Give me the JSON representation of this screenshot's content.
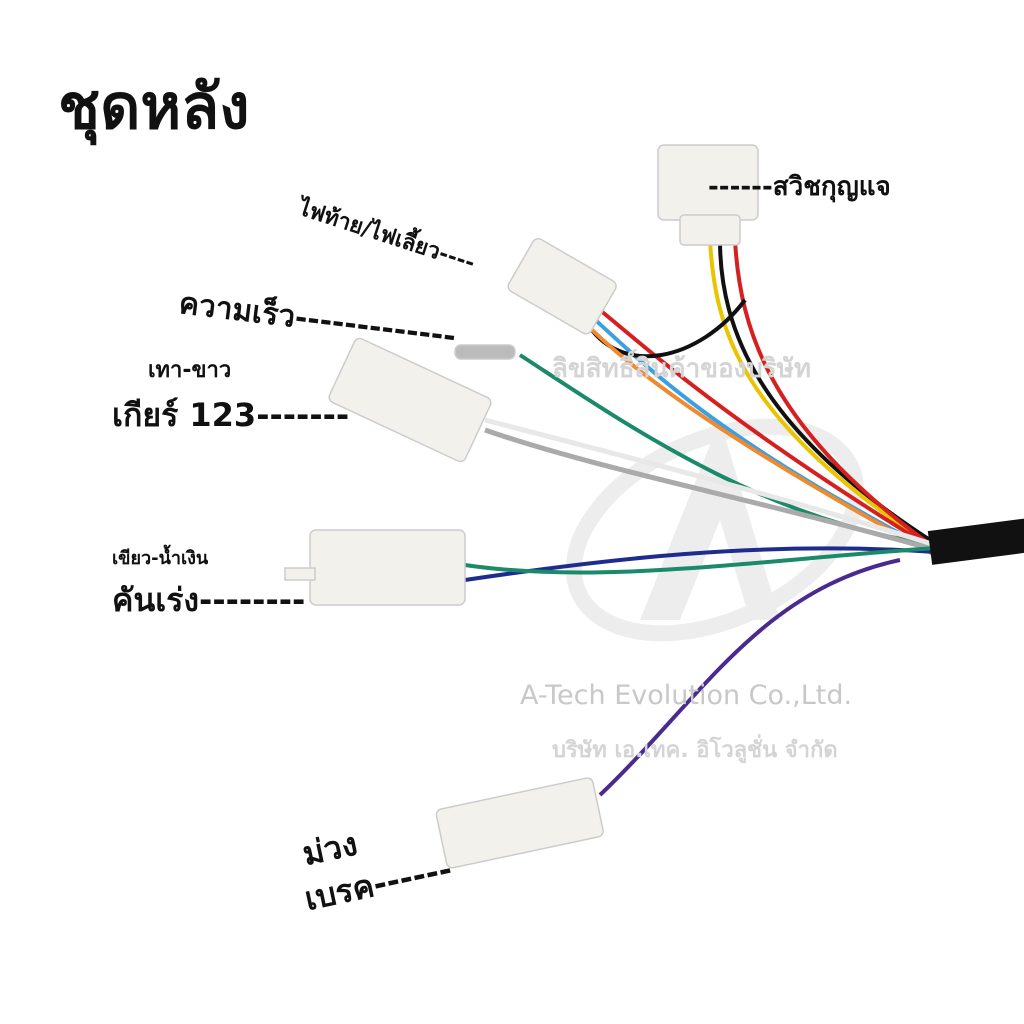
{
  "title": "ชุดหลัง",
  "labels": {
    "key_switch": "------สวิชกุญแจ",
    "tail_light": "ไฟท้าย/ไฟเลี้ยว----",
    "speed": "ความเร็ว-------------",
    "gear_color": "เทา-ขาว",
    "gear": "เกียร์ 123-------",
    "throttle_color": "เขียว-น้ำเงิน",
    "throttle": "คันเร่ง--------",
    "brake_color": "ม่วง",
    "brake": "เบรค------"
  },
  "watermark": {
    "copyright": "ลิขสิทธิ์สินค้าของบริษัท",
    "company_en": "A-Tech Evolution Co.,Ltd.",
    "company_th": "บริษัท เอ.เทค. อิโวลูชั่น จำกัด",
    "logo_letter": "A"
  },
  "colors": {
    "connector": "#f3f1ec",
    "cable": "#111111"
  }
}
